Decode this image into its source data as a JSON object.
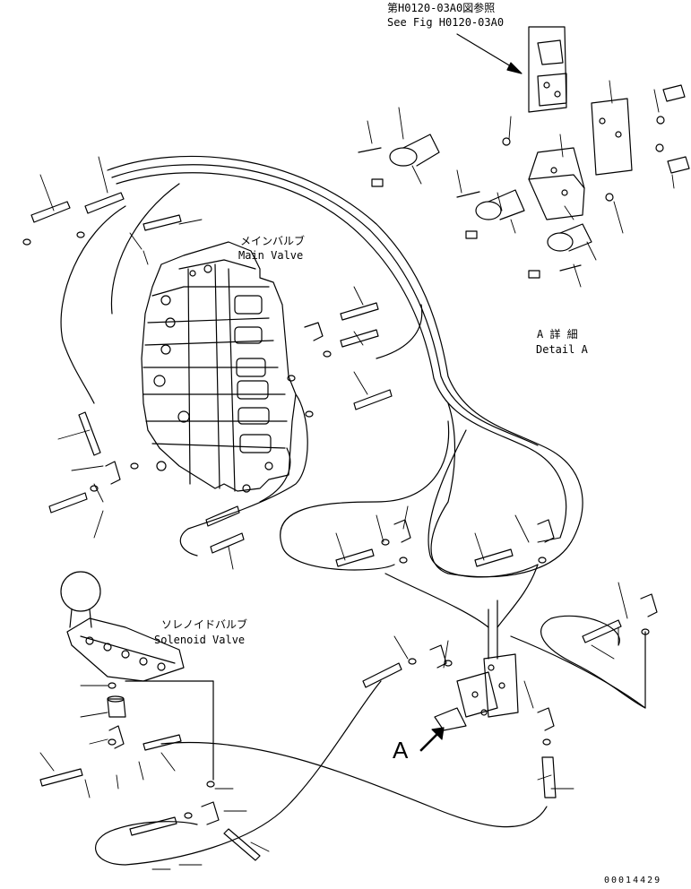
{
  "diagram": {
    "ref_jp": "第H0120-03A0図参照",
    "ref_en": "See Fig H0120-03A0",
    "main_valve_jp": "メインバルブ",
    "main_valve_en": "Main Valve",
    "detail_jp": "A 詳 細",
    "detail_en": "Detail A",
    "solenoid_jp": "ソレノイドバルブ",
    "solenoid_en": "Solenoid Valve",
    "view_marker": "A",
    "drawing_number": "00014429"
  },
  "colors": {
    "line": "#000000",
    "background": "#ffffff"
  }
}
